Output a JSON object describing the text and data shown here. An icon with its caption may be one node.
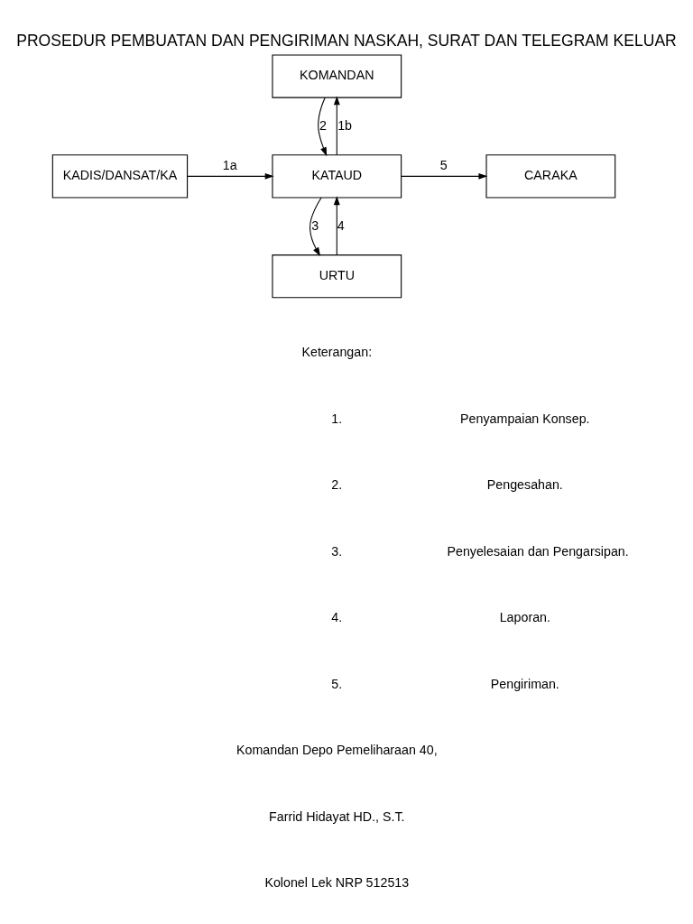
{
  "diagram": {
    "title": "PROSEDUR PEMBUATAN DAN PENGIRIMAN NASKAH, SURAT DAN TELEGRAM KELUAR",
    "nodes": [
      {
        "text": [
          "KOMANDAN"
        ]
      },
      {
        "text": [
          "KADIS/DANSAT/KA"
        ]
      },
      {
        "text": [
          "KATAUD"
        ]
      },
      {
        "text": [
          "CARAKA"
        ]
      },
      {
        "text": [
          "URTU"
        ]
      }
    ],
    "edges": [
      {
        "from": 1,
        "to": 2,
        "arrow": "to",
        "label": "1a"
      },
      {
        "from": 2,
        "to": 0,
        "arrow": "to",
        "label": "1b"
      },
      {
        "from": 0,
        "to": 2,
        "arrow": "to",
        "label": "2"
      },
      {
        "from": 2,
        "to": 4,
        "arrow": "to",
        "label": "3"
      },
      {
        "from": 4,
        "to": 2,
        "arrow": "to",
        "label": "4"
      },
      {
        "from": 2,
        "to": 3,
        "arrow": "to",
        "label": "5"
      }
    ],
    "labels": [
      "Keterangan:",
      "1.",
      "Penyampaian Konsep.",
      "2.",
      "Pengesahan.",
      "3.",
      "Penyelesaian dan Pengarsipan.",
      "4.",
      "Laporan.",
      "5.",
      "Pengiriman.",
      "Komandan Depo Pemeliharaan 40,",
      "Farrid Hidayat HD., S.T.",
      "Kolonel Lek NRP 512513"
    ]
  }
}
